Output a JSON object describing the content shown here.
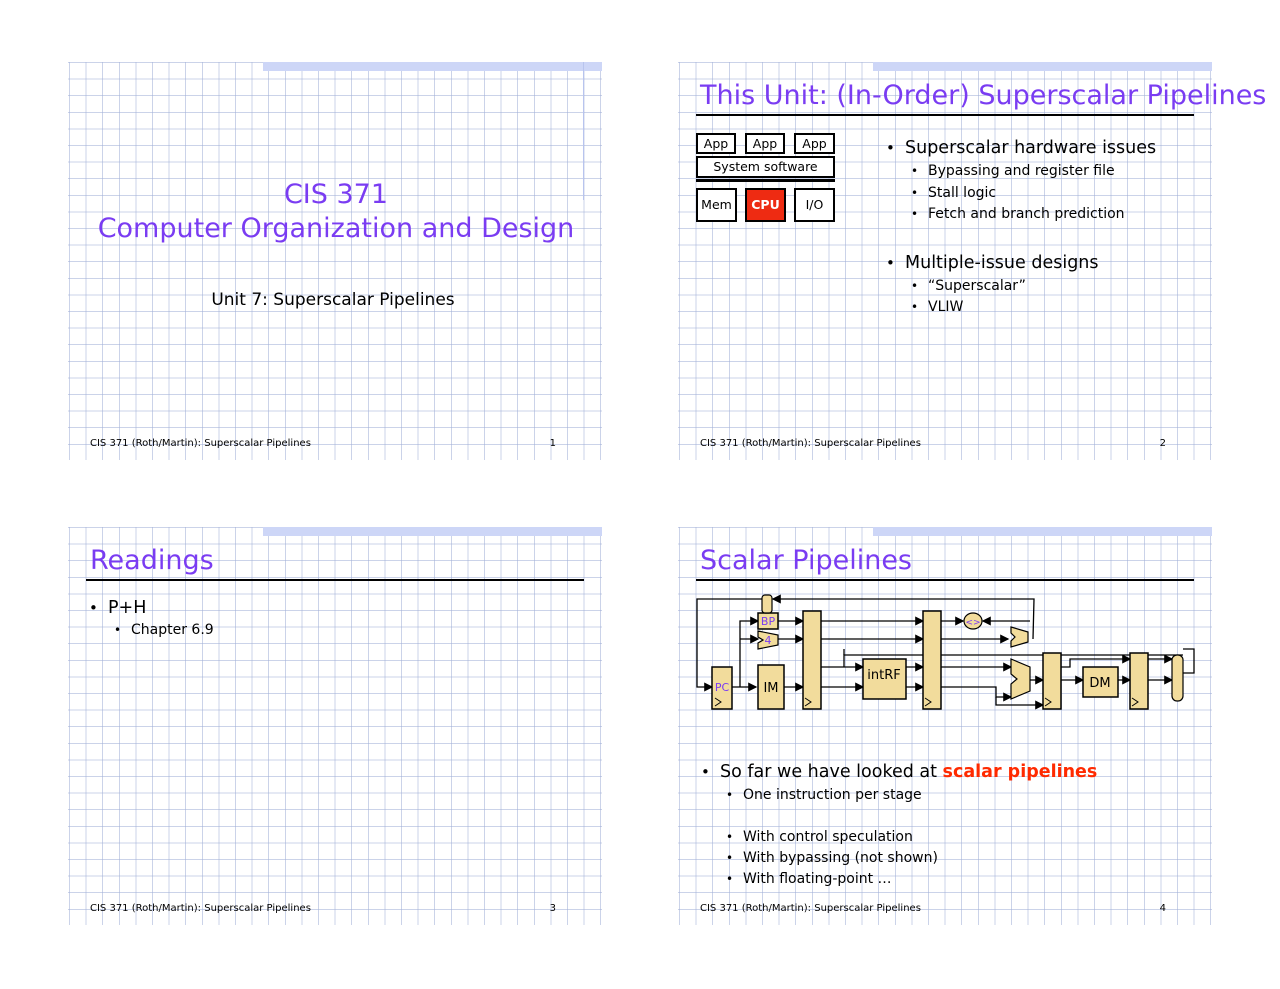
{
  "footer_text": "CIS 371 (Roth/Martin): Superscalar Pipelines",
  "slides": [
    {
      "title_line1": "CIS 371",
      "title_line2": "Computer Organization and Design",
      "subtitle": "Unit 7: Superscalar Pipelines",
      "page": "1"
    },
    {
      "title": "This Unit: (In-Order) Superscalar Pipelines",
      "page": "2",
      "stack": {
        "apps": [
          "App",
          "App",
          "App"
        ],
        "system": "System software",
        "mem": "Mem",
        "cpu": "CPU",
        "io": "I/O"
      },
      "bullets": [
        {
          "text": "Superscalar hardware issues",
          "level": 1
        },
        {
          "text": "Bypassing and register file",
          "level": 2
        },
        {
          "text": "Stall logic",
          "level": 2
        },
        {
          "text": "Fetch and branch prediction",
          "level": 2
        },
        {
          "text": "Multiple-issue designs",
          "level": 1
        },
        {
          "text": "“Superscalar”",
          "level": 2
        },
        {
          "text": "VLIW",
          "level": 2
        }
      ]
    },
    {
      "title": "Readings",
      "page": "3",
      "bullets": [
        {
          "text": "P+H",
          "level": 1
        },
        {
          "text": "Chapter 6.9",
          "level": 2
        }
      ]
    },
    {
      "title": "Scalar Pipelines",
      "page": "4",
      "diagram": {
        "pc": "PC",
        "bp": "BP",
        "four": "4",
        "im": "IM",
        "rf": "intRF",
        "dm": "DM",
        "cmp": "<>"
      },
      "bullet_main_prefix": "So far we have looked at ",
      "bullet_main_highlight": "scalar pipelines",
      "bullets": [
        {
          "text": "One instruction per stage",
          "level": 2
        },
        {
          "text": "With control speculation",
          "level": 2
        },
        {
          "text": "With bypassing (not shown)",
          "level": 2
        },
        {
          "text": "With floating-point …",
          "level": 2
        }
      ]
    }
  ],
  "colors": {
    "title": "#7a3cf2",
    "topbar": "#cdd6f7",
    "highlight": "#ff2a00",
    "cpu_box": "#ee2b12",
    "latch_fill": "#f2dc9c"
  }
}
